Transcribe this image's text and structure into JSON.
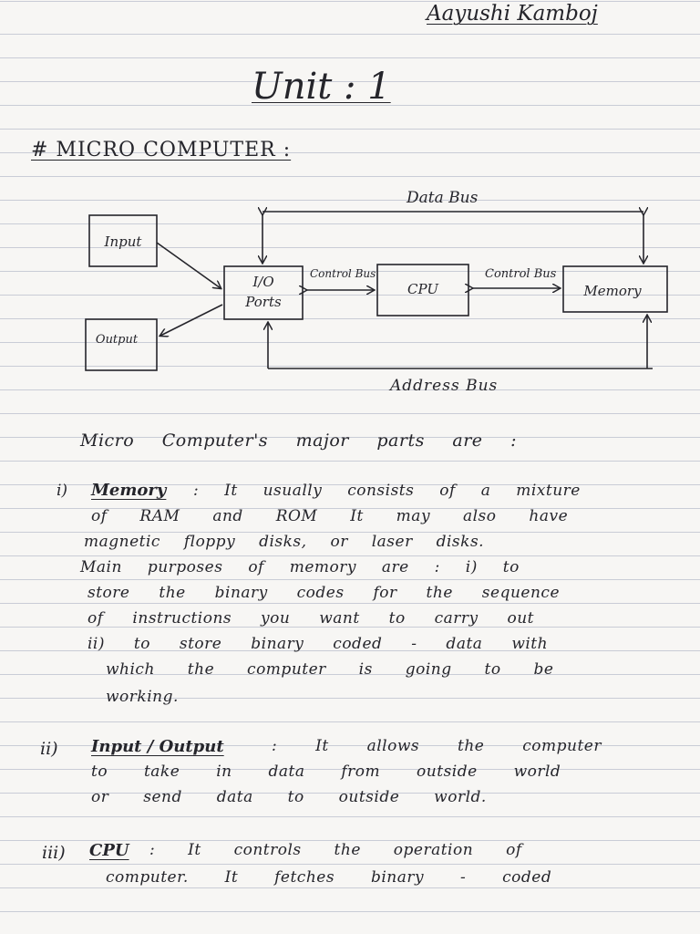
{
  "header": {
    "signature": "Aayushi Kamboj",
    "unit_title": "Unit : 1",
    "section_heading": "# MICRO COMPUTER :"
  },
  "diagram": {
    "data_bus": "Data Bus",
    "address_bus": "Address Bus",
    "control_bus_left": "Control Bus",
    "control_bus_right": "Control Bus",
    "boxes": {
      "input": "Input",
      "output": "Output",
      "io_ports_line1": "I/O",
      "io_ports_line2": "Ports",
      "cpu": "CPU",
      "memory": "Memory"
    }
  },
  "intro": "Micro Computer's major parts are :",
  "items": [
    {
      "number": "i)",
      "heading": "Memory",
      "lines": [
        ": It usually consists of a mixture",
        "of RAM and ROM It may also have",
        "magnetic floppy disks, or laser disks.",
        "Main purposes of memory are : i) to",
        "store the binary codes for the sequence",
        "of instructions you want to carry out",
        "ii) to store binary coded - data with",
        "which the computer is going to be",
        "working."
      ]
    },
    {
      "number": "ii)",
      "heading": "Input / Output",
      "lines": [
        ": It allows the computer",
        "to take in data from outside world",
        "or send data to outside world."
      ]
    },
    {
      "number": "iii)",
      "heading": "CPU",
      "lines": [
        ": It controls the operation of",
        "computer. It fetches binary - coded"
      ]
    }
  ],
  "colors": {
    "paper": "#f7f6f4",
    "ruling": "#c9ccd6",
    "ink": "#25252b"
  }
}
